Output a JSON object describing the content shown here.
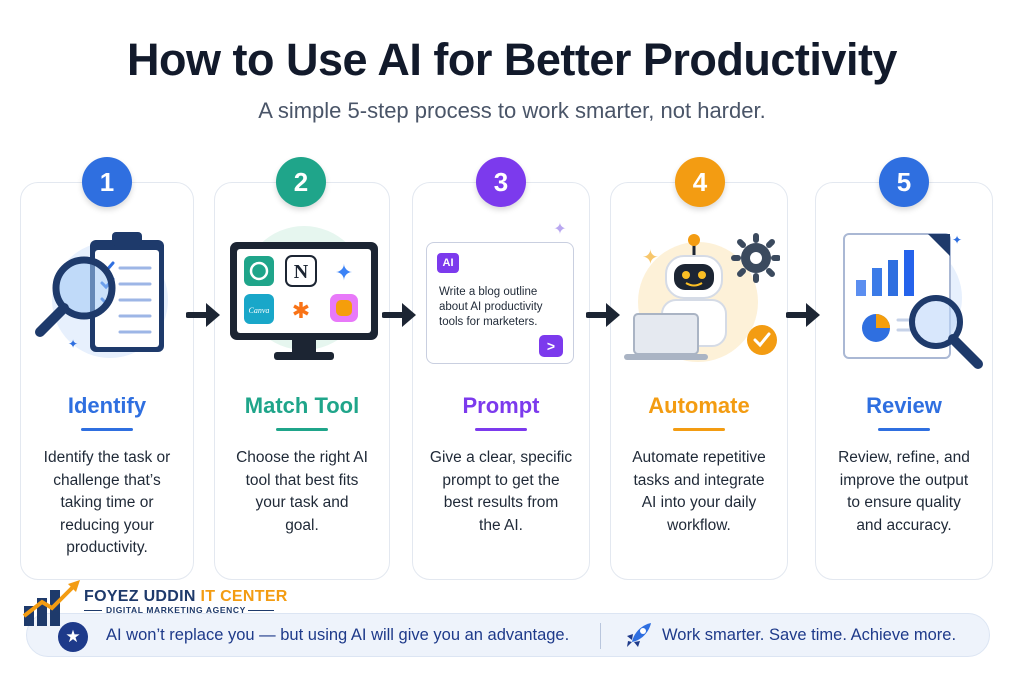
{
  "header": {
    "title": "How to Use AI for Better Productivity",
    "subtitle": "A simple 5-step process to work smarter, not harder."
  },
  "steps": [
    {
      "number": "1",
      "title": "Identify",
      "color": "#2f6fe0",
      "desc": [
        "Identify the task or",
        "challenge that’s",
        "taking time or",
        "reducing your",
        "productivity."
      ]
    },
    {
      "number": "2",
      "title": "Match Tool",
      "color": "#1fa58a",
      "desc": [
        "Choose the right AI",
        "tool that best fits",
        "your task and",
        "goal."
      ]
    },
    {
      "number": "3",
      "title": "Prompt",
      "color": "#7c3aed",
      "desc": [
        "Give a clear, specific",
        "prompt to get the",
        "best results from",
        "the AI."
      ]
    },
    {
      "number": "4",
      "title": "Automate",
      "color": "#f39c12",
      "desc": [
        "Automate repetitive",
        "tasks and integrate",
        "AI into your daily",
        "workflow."
      ]
    },
    {
      "number": "5",
      "title": "Review",
      "color": "#2f6fe0",
      "desc": [
        "Review, refine, and",
        "improve the output",
        "to ensure quality",
        "and accuracy."
      ]
    }
  ],
  "prompt_box": {
    "badge": "AI",
    "text": "Write a blog outline about AI productivity tools for marketers.",
    "send": ">"
  },
  "tools": {
    "canva_label": "Canva",
    "notion_label": "N"
  },
  "brand": {
    "name_part1": "FOYEZ UDDIN ",
    "name_part2": "IT CENTER",
    "tagline": "DIGITAL MARKETING AGENCY"
  },
  "banner": {
    "left_text": "AI won’t replace you — but using AI will give you an advantage.",
    "right_text": "Work smarter. Save time. Achieve more."
  },
  "colors": {
    "blue": "#2f6fe0",
    "teal": "#1fa58a",
    "purple": "#7c3aed",
    "orange": "#f39c12",
    "navy": "#1e3a8a"
  }
}
